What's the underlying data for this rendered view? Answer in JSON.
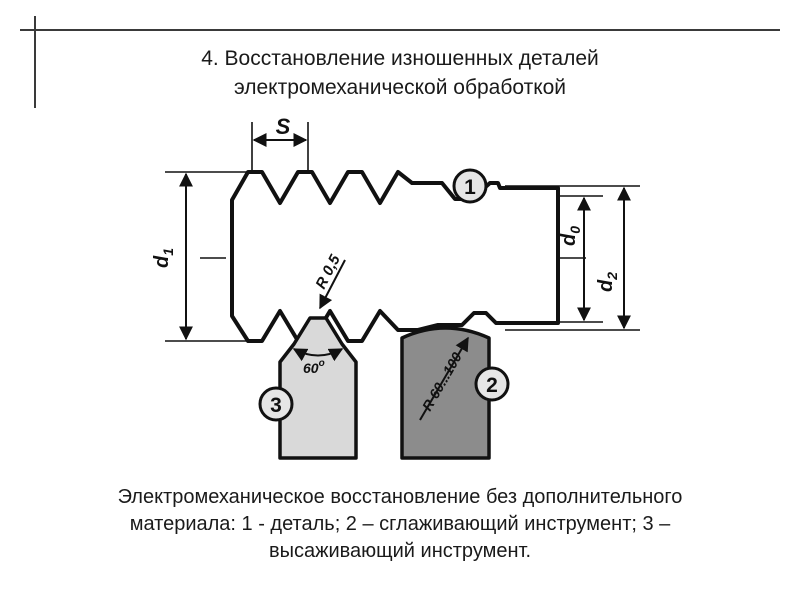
{
  "title": {
    "line1": "4. Восстановление изношенных деталей",
    "line2": "электромеханической обработкой"
  },
  "caption": {
    "line1": "Электромеханическое восстановление без дополнительного",
    "line2": "материала: 1 - деталь; 2 – сглаживающий инструмент; 3 –",
    "line3": "высаживающий инструмент."
  },
  "diagram": {
    "pitch_label": "S",
    "d1": {
      "base": "d",
      "sub": "1"
    },
    "d0": {
      "base": "d",
      "sub": "0"
    },
    "d2": {
      "base": "d",
      "sub": "2"
    },
    "radius_small": "R 0,5",
    "angle": {
      "value": "60",
      "unit": "o"
    },
    "radius_tool": "R 60...100",
    "callouts": [
      "1",
      "2",
      "3"
    ]
  },
  "colors": {
    "line": "#111111",
    "tool_light": "#d9d9d9",
    "tool_dark": "#8c8c8c"
  }
}
